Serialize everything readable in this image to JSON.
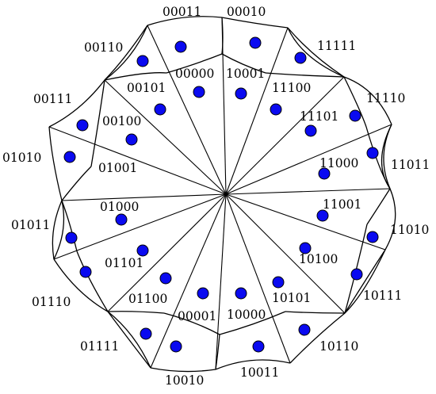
{
  "colors": {
    "dot": "#0a0af0",
    "line": "#000000",
    "background": "#ffffff"
  },
  "labels": [
    "00011",
    "00010",
    "00110",
    "11111",
    "00000",
    "10001",
    "00101",
    "11100",
    "00111",
    "11110",
    "00100",
    "11101",
    "01010",
    "11000",
    "11011",
    "01001",
    "01000",
    "11001",
    "01011",
    "11010",
    "10100",
    "01101",
    "01110",
    "10101",
    "10111",
    "01100",
    "00001",
    "10000",
    "01111",
    "10110",
    "10010",
    "10011"
  ]
}
